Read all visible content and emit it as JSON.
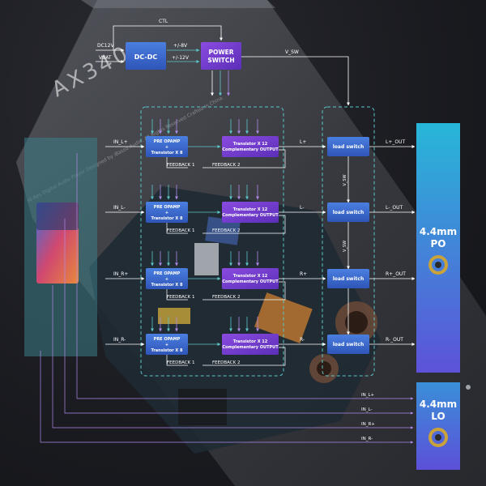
{
  "colors": {
    "accent_blue": "#3d6fd0",
    "accent_purple": "#7b3fd6",
    "accent_teal": "#5cc7c9",
    "port_gradient_top": "#2ab4d6",
    "port_gradient_bottom": "#5a56d8"
  },
  "device": {
    "brand_text": "AX340",
    "fine_print": "Hi-Res Digital Audio Player Designed by iBasso Audio. All Rights Reserved Crafted in China"
  },
  "power": {
    "dcdc_label": "DC-DC",
    "power_switch_label": [
      "POWER",
      "SWITCH"
    ],
    "dc12v": "DC12V",
    "vbat": "VBAT",
    "v8": "+/-8V",
    "v12": "+/-12V",
    "ctl": "CTL",
    "vsw": "V_SW",
    "vsw_small": "V_SW"
  },
  "channels": [
    {
      "in": "IN_L+",
      "out_sig": "L+",
      "out": "L+_OUT"
    },
    {
      "in": "IN_L-",
      "out_sig": "L-",
      "out": "L-_OUT"
    },
    {
      "in": "IN_R+",
      "out_sig": "R+",
      "out": "R+_OUT"
    },
    {
      "in": "IN_R-",
      "out_sig": "R-",
      "out": "R-_OUT"
    }
  ],
  "preamp_label": [
    "PRE OPAMP",
    "+",
    "Transistor X 8"
  ],
  "transistor_label": [
    "Transistor X 12",
    "Complementary OUTPUT"
  ],
  "feedback_labels": [
    "FEEDBACK 1",
    "FEEDBACK 2"
  ],
  "load_switch_label": "load switch",
  "bottom_lines": [
    "IN_L+",
    "IN_L-",
    "IN_R+",
    "IN_R-"
  ],
  "ports": {
    "po": {
      "size": "4.4mm",
      "type": "PO"
    },
    "lo": {
      "size": "4.4mm",
      "type": "LO"
    }
  }
}
